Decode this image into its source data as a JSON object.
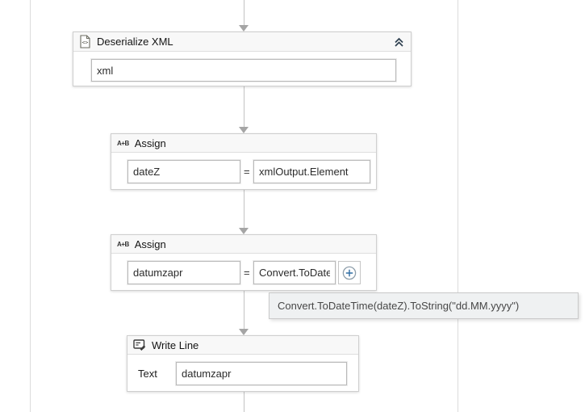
{
  "colors": {
    "plus_accent": "#2e6da4",
    "card_border": "#cfcfcf",
    "header_bg": "#f8f8f8",
    "connector": "#c3c3c3",
    "tooltip_bg": "#eff1f2"
  },
  "activities": {
    "deserialize_xml": {
      "title": "Deserialize XML",
      "icon": "xml-file-icon",
      "collapse_icon": "collapse-chevron-icon",
      "input_value": "xml"
    },
    "assign_date": {
      "title": "Assign",
      "icon_text": "A+B",
      "to_value": "dateZ",
      "equals": "=",
      "value_expression": "xmlOutput.Element"
    },
    "assign_datum": {
      "title": "Assign",
      "icon_text": "A+B",
      "to_value": "datumzapr",
      "equals": "=",
      "value_expression": "Convert.ToDate",
      "expand_icon": "circle-plus-icon"
    },
    "write_line": {
      "title": "Write Line",
      "icon": "write-line-icon",
      "text_label": "Text",
      "text_value": "datumzapr"
    }
  },
  "tooltip": {
    "text": "Convert.ToDateTime(dateZ).ToString(\"dd.MM.yyyy\")"
  }
}
